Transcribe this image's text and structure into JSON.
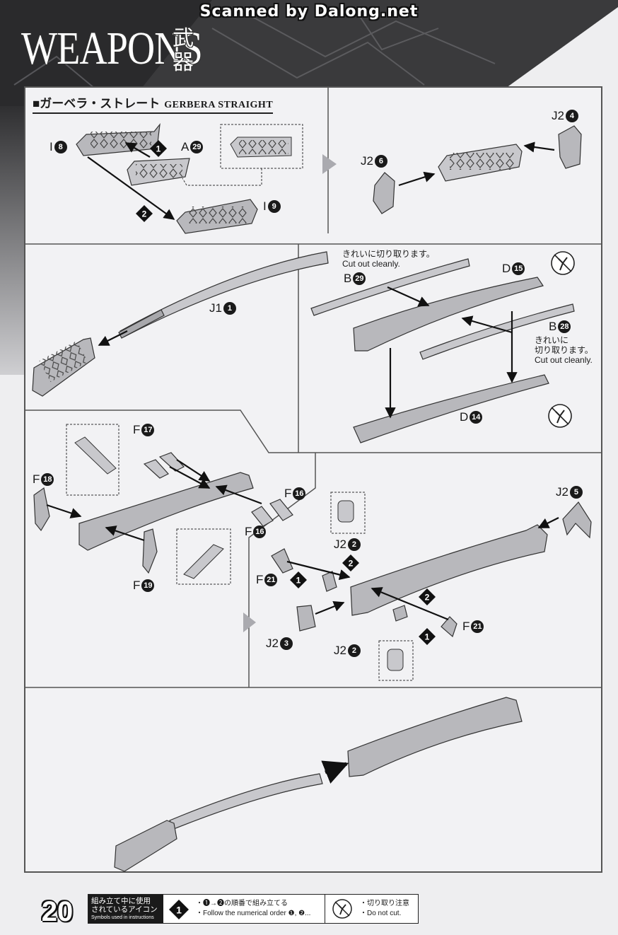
{
  "header": {
    "scan_credit": "Scanned by Dalong.net",
    "title": "WEAPONS",
    "title_kanji": "武器"
  },
  "section": {
    "title_jp": "■ガーベラ・ストレート",
    "title_en": "GERBERA STRAIGHT"
  },
  "labels": {
    "i8": {
      "part": "I",
      "num": "8"
    },
    "a29": {
      "part": "A",
      "num": "29"
    },
    "i9": {
      "part": "I",
      "num": "9"
    },
    "j2_4": {
      "part": "J2",
      "num": "4"
    },
    "j2_6": {
      "part": "J2",
      "num": "6"
    },
    "j1_1": {
      "part": "J1",
      "num": "1"
    },
    "b29": {
      "part": "B",
      "num": "29"
    },
    "d15": {
      "part": "D",
      "num": "15"
    },
    "b28": {
      "part": "B",
      "num": "28"
    },
    "d14": {
      "part": "D",
      "num": "14"
    },
    "f17": {
      "part": "F",
      "num": "17"
    },
    "f18": {
      "part": "F",
      "num": "18"
    },
    "f16a": {
      "part": "F",
      "num": "16"
    },
    "f16b": {
      "part": "F",
      "num": "16"
    },
    "f19": {
      "part": "F",
      "num": "19"
    },
    "j2_5": {
      "part": "J2",
      "num": "5"
    },
    "j2_2a": {
      "part": "J2",
      "num": "2"
    },
    "f21a": {
      "part": "F",
      "num": "21"
    },
    "f21b": {
      "part": "F",
      "num": "21"
    },
    "j2_3": {
      "part": "J2",
      "num": "3"
    },
    "j2_2b": {
      "part": "J2",
      "num": "2"
    }
  },
  "notes": {
    "cut1_jp": "きれいに切り取ります。",
    "cut1_en": "Cut out cleanly.",
    "cut2_jp1": "きれいに",
    "cut2_jp2": "切り取ります。",
    "cut2_en": "Cut out cleanly."
  },
  "steps": {
    "one": "1",
    "two": "2"
  },
  "footer": {
    "page_number": "20",
    "legend_jp1": "組み立て中に使用",
    "legend_jp2": "されているアイコン",
    "legend_en": "Symbols used in instructions",
    "order_jp": "・❶→❷の順番で組み立てる",
    "order_en": "・Follow the numerical order ❶, ❷...",
    "cut_jp": "・切り取り注意",
    "cut_en": "・Do not cut."
  }
}
